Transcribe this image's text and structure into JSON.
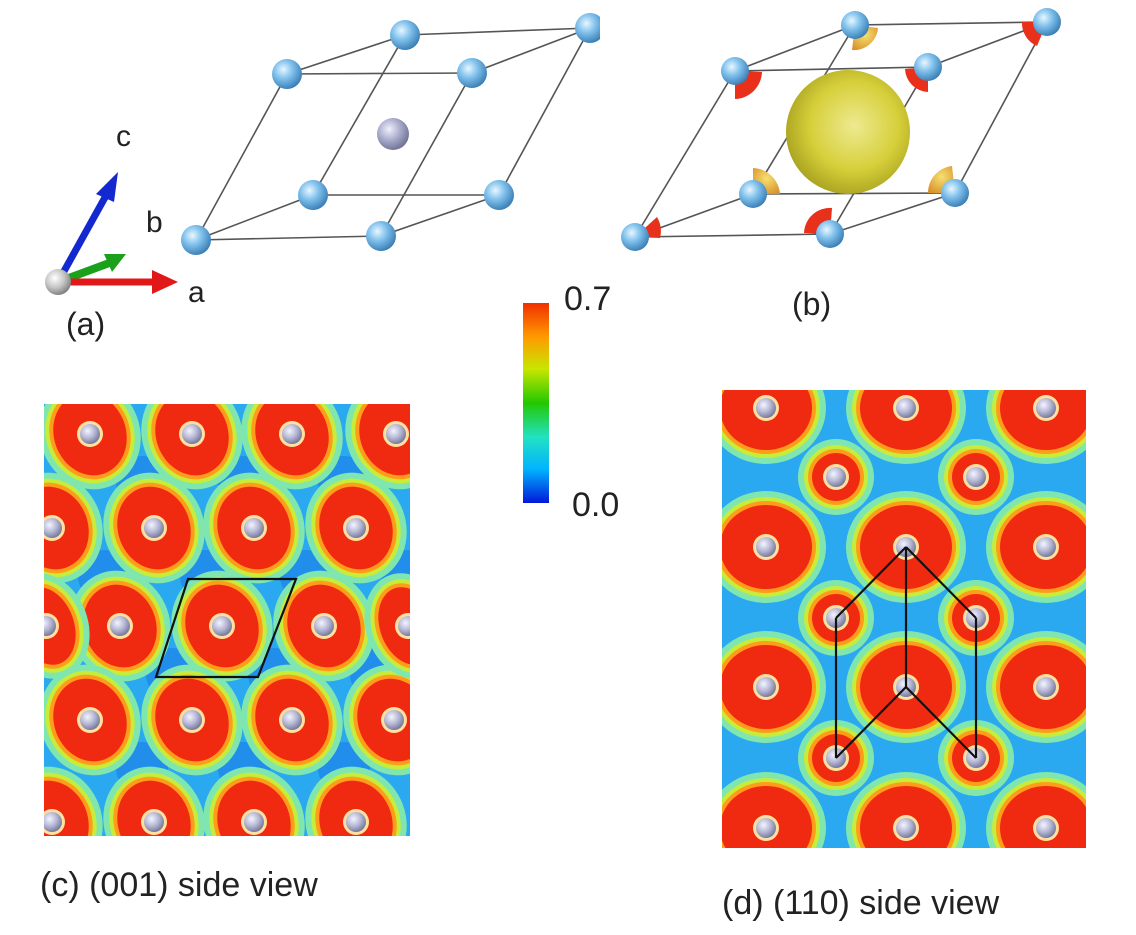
{
  "panels": {
    "a": {
      "caption": "(a)"
    },
    "b": {
      "caption": "(b)"
    },
    "c": {
      "caption": "(c) (001) side view"
    },
    "d": {
      "caption": "(d) (110) side view"
    }
  },
  "axes": {
    "a": "a",
    "b": "b",
    "c": "c"
  },
  "colorbar": {
    "max_label": "0.7",
    "min_label": "0.0",
    "max": 0.7,
    "min": 0.0,
    "colors": [
      "#0018d8",
      "#00b4ff",
      "#22e2c2",
      "#22c800",
      "#c8e600",
      "#ff9a00",
      "#f03000"
    ]
  },
  "colors": {
    "atom_light": "#d6f0ff",
    "atom_mid": "#72b6e6",
    "atom_dark": "#3a7fb8",
    "center_atom": "#a8aac8",
    "isosurface": "#d9d33a",
    "map_high": "#f02a10",
    "map_mid": "#8ce88a",
    "map_low": "#2aa8f0"
  }
}
